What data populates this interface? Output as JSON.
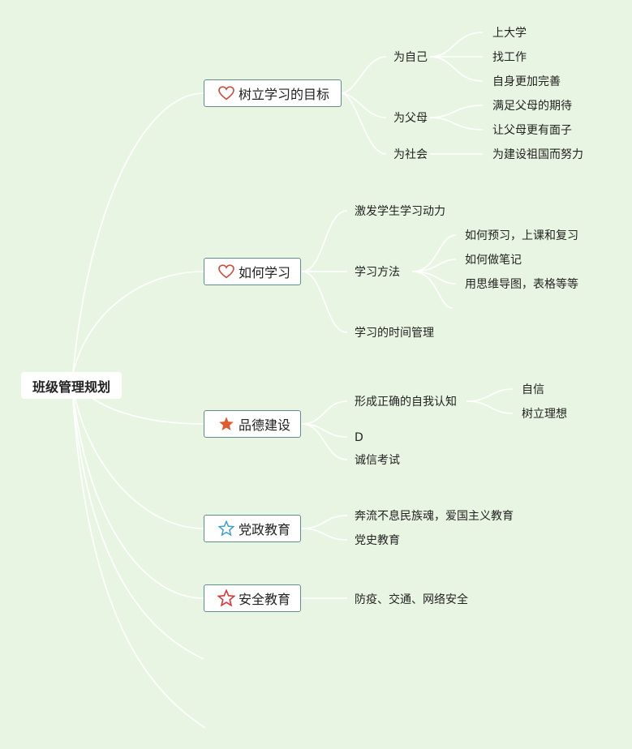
{
  "root": {
    "label": "班级管理规划"
  },
  "branches": [
    {
      "label": "树立学习的目标",
      "icon": "heart-outline-icon",
      "icon_color": "#d14a3a",
      "groups": [
        {
          "label": "为自己",
          "items": [
            "上大学",
            "找工作",
            "自身更加完善"
          ]
        },
        {
          "label": "为父母",
          "items": [
            "满足父母的期待",
            "让父母更有面子"
          ]
        },
        {
          "label": "为社会",
          "items": [
            "为建设祖国而努力"
          ]
        }
      ]
    },
    {
      "label": "如何学习",
      "icon": "heart-outline-icon",
      "icon_color": "#d14a3a",
      "groups": [
        {
          "label": "激发学生学习动力",
          "items": []
        },
        {
          "label": "学习方法",
          "items": [
            "如何预习，上课和复习",
            "如何做笔记",
            "用思维导图，表格等等"
          ]
        },
        {
          "label": "学习的时间管理",
          "items": []
        }
      ]
    },
    {
      "label": "品德建设",
      "icon": "star-filled-icon",
      "icon_color": "#e05a2b",
      "groups": [
        {
          "label": "形成正确的自我认知",
          "items": [
            "自信",
            "树立理想"
          ]
        },
        {
          "label": "D",
          "items": []
        },
        {
          "label": "诚信考试",
          "items": []
        }
      ]
    },
    {
      "label": "党政教育",
      "icon": "star-outline-icon",
      "icon_color": "#3aa0d0",
      "groups": [
        {
          "label": "奔流不息民族魂，爱国主义教育",
          "items": []
        },
        {
          "label": "党史教育",
          "items": []
        }
      ]
    },
    {
      "label": "安全教育",
      "icon": "star-outline-icon",
      "icon_color": "#d63a3a",
      "groups": [
        {
          "label": "防疫、交通、网络安全",
          "items": []
        }
      ]
    }
  ],
  "colors": {
    "background": "#e9f5e3",
    "connector": "#ffffff",
    "branch_border": "#5d8f8f"
  }
}
